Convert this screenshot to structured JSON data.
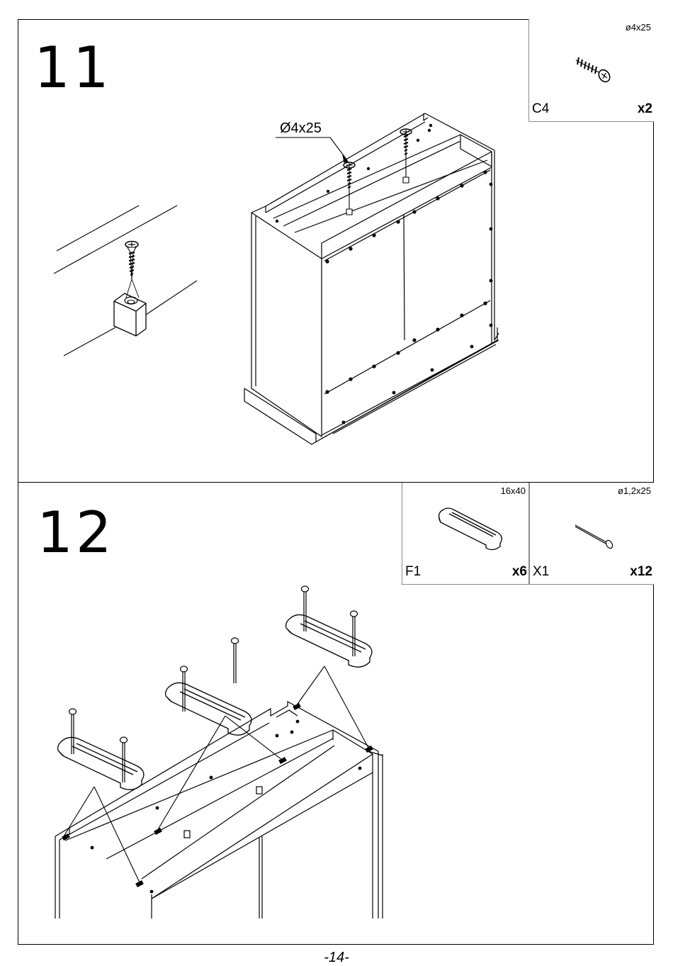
{
  "steps": [
    {
      "number": "11",
      "callout": "Ø4x25",
      "parts": [
        {
          "size": "ø4x25",
          "code": "C4",
          "qty": "x2",
          "icon": "screw-icon"
        }
      ]
    },
    {
      "number": "12",
      "parts": [
        {
          "size": "16x40",
          "code": "F1",
          "qty": "x6",
          "icon": "foot-pad-icon"
        },
        {
          "size": "ø1,2x25",
          "code": "X1",
          "qty": "x12",
          "icon": "nail-icon"
        }
      ]
    }
  ],
  "page_number": "-14-",
  "colors": {
    "line": "#000000",
    "box_border": "#8a8a8a",
    "background": "#ffffff"
  }
}
